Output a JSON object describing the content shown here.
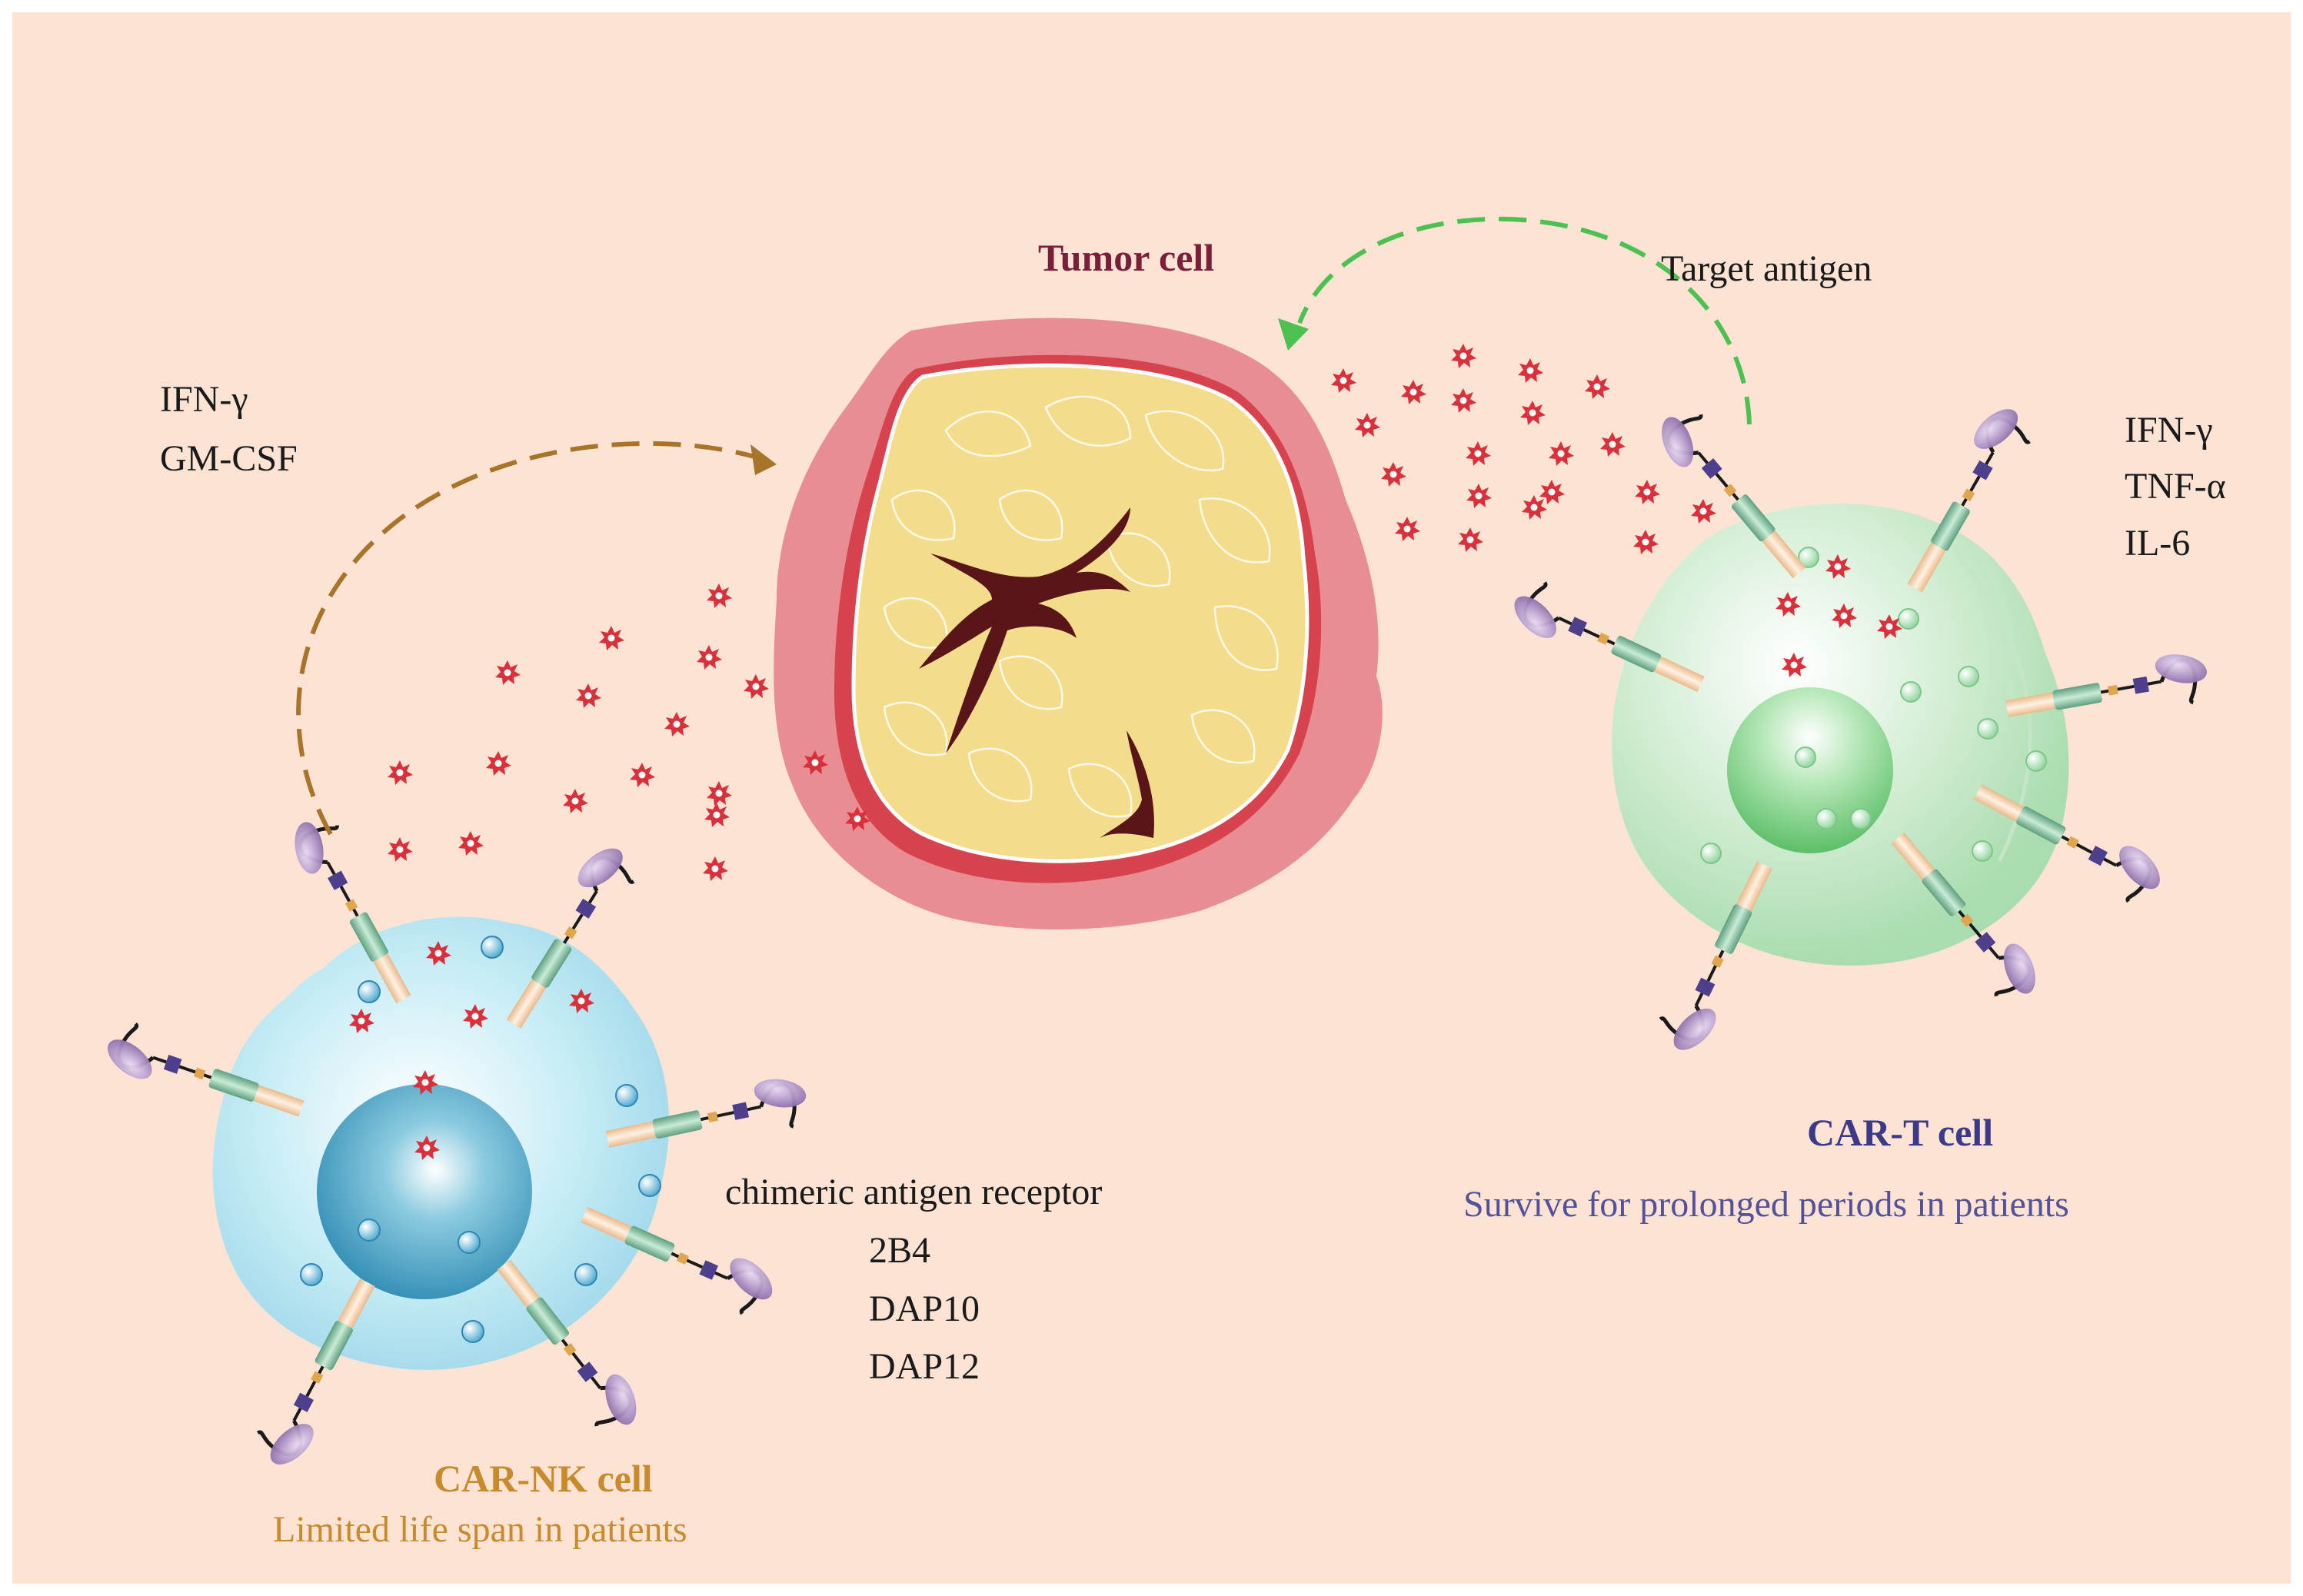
{
  "labels": {
    "tumor_cell": "Tumor cell",
    "target_antigen": "Target antigen",
    "nk_cytokines": [
      "IFN-γ",
      "GM-CSF"
    ],
    "t_cytokines": [
      "IFN-γ",
      "TNF-α",
      "IL-6"
    ],
    "car_label": "chimeric antigen receptor",
    "car_domains": [
      "2B4",
      "DAP10",
      "DAP12"
    ],
    "car_nk_title": "CAR-NK cell",
    "car_nk_subtitle": "Limited life span in patients",
    "car_t_title": "CAR-T cell",
    "car_t_subtitle": "Survive for prolonged periods in patients"
  },
  "colors": {
    "background": "#fde3d3",
    "tumor_title": "#7a1f3a",
    "nk_title": "#c98a2e",
    "t_title": "#3b3a86",
    "nk_arrow": "#a8742a",
    "t_arrow": "#4cc050",
    "granule_star": "#d9313b"
  }
}
